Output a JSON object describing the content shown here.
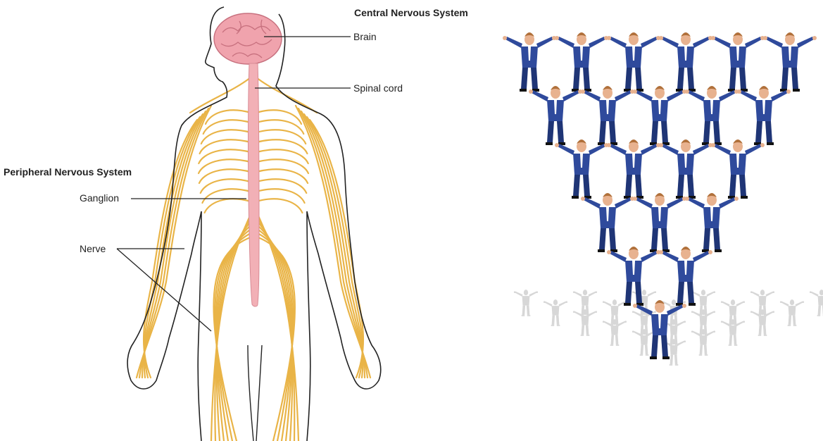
{
  "left_figure": {
    "headings": {
      "cns": "Central Nervous System",
      "pns": "Peripheral Nervous System"
    },
    "labels": {
      "brain": "Brain",
      "spinal_cord": "Spinal cord",
      "ganglion": "Ganglion",
      "nerve": "Nerve"
    },
    "colors": {
      "nerve": "#e9b447",
      "brain": "#f0a3ad",
      "spinal_cord": "#f2b0b6",
      "outline": "#222222"
    }
  },
  "right_figure": {
    "pyramid_rows": [
      6,
      5,
      4,
      3,
      2,
      1
    ],
    "colors": {
      "suit": "#2f4a9c",
      "suit_dark": "#1f3576",
      "skin": "#e8b28f",
      "hair": "#b0703a",
      "shadow": "#d7d7d7"
    }
  }
}
